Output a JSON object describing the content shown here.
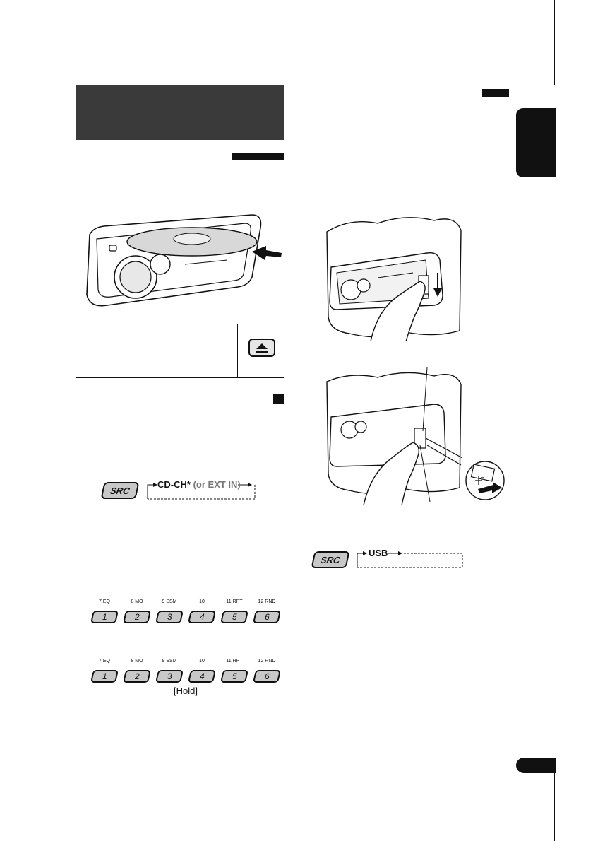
{
  "source_flow": {
    "src_label": "SRC",
    "cdch_main": "CD-CH*",
    "cdch_alt": "(or EXT IN)",
    "usb_label": "USB"
  },
  "number_buttons": [
    {
      "number": "1",
      "label": "7  EQ"
    },
    {
      "number": "2",
      "label": "8  MO"
    },
    {
      "number": "3",
      "label": "9  SSM"
    },
    {
      "number": "4",
      "label": "10"
    },
    {
      "number": "5",
      "label": "11  RPT"
    },
    {
      "number": "6",
      "label": "12  RND"
    }
  ],
  "hold_label": "[Hold]",
  "icons": {
    "eject": "eject-icon",
    "usb": "usb-icon",
    "arrow": "arrow-icon"
  }
}
